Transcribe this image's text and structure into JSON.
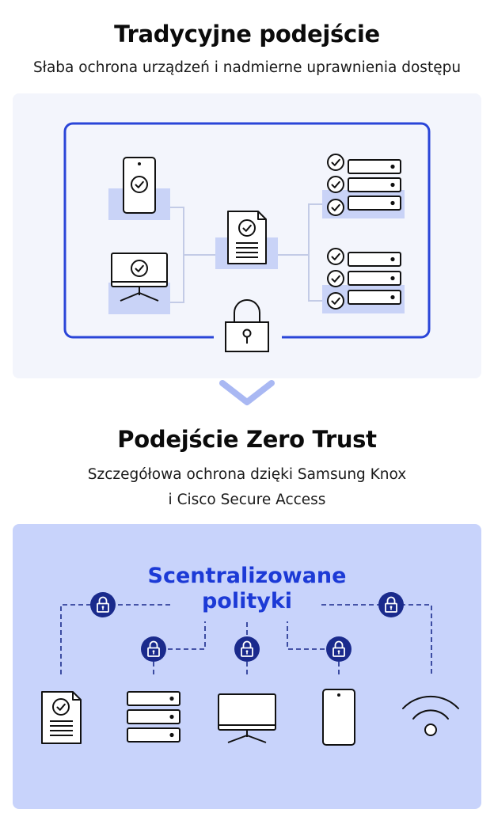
{
  "traditional": {
    "title": "Tradycyjne podejście",
    "subtitle": "Słaba ochrona urządzeń i nadmierne uprawnienia dostępu"
  },
  "zero_trust": {
    "title": "Podejście Zero Trust",
    "subtitle_line1": "Szczegółowa ochrona dzięki Samsung Knox",
    "subtitle_line2": "i Cisco Secure Access",
    "center_line1": "Scentralizowane",
    "center_line2": "polityki"
  },
  "colors": {
    "accent_blue": "#1c3ad6",
    "navy": "#1a2a8c",
    "highlight": "#c9d3f7",
    "panel_light": "#f3f5fc",
    "panel_blue": "#c8d3fb",
    "chevron": "#a9b8f3"
  },
  "icons": [
    "phone-icon",
    "monitor-icon",
    "document-icon",
    "server-icon",
    "padlock-icon",
    "wifi-icon",
    "check-icon"
  ]
}
